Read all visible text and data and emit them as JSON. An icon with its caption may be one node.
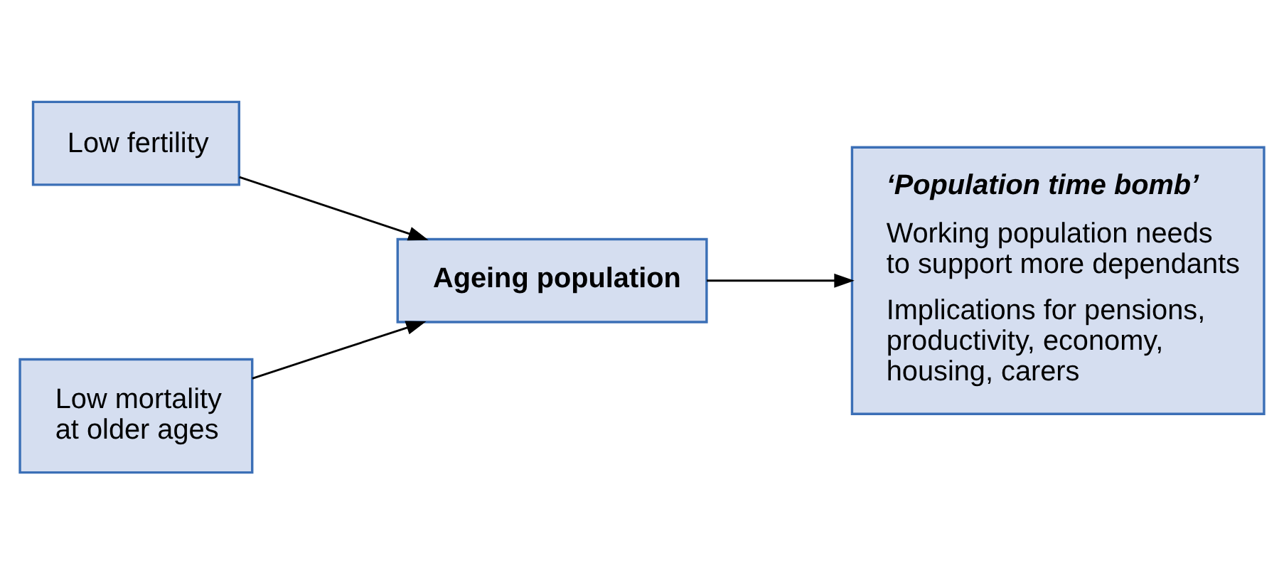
{
  "diagram": {
    "nodes": [
      {
        "text": [
          "Low fertility"
        ]
      },
      {
        "text": [
          "Low mortality at older ages"
        ]
      },
      {
        "text": [
          "Ageing population"
        ]
      },
      {
        "text": [
          "‘Population time bomb’",
          "Working population needs to support more dependants",
          "Implications for pensions, productivity, economy, housing, carers"
        ]
      }
    ],
    "edges": [
      {
        "from": 0,
        "to": 2,
        "arrow": "to"
      },
      {
        "from": 1,
        "to": 2,
        "arrow": "to"
      },
      {
        "from": 2,
        "to": 3,
        "arrow": "to"
      }
    ]
  }
}
